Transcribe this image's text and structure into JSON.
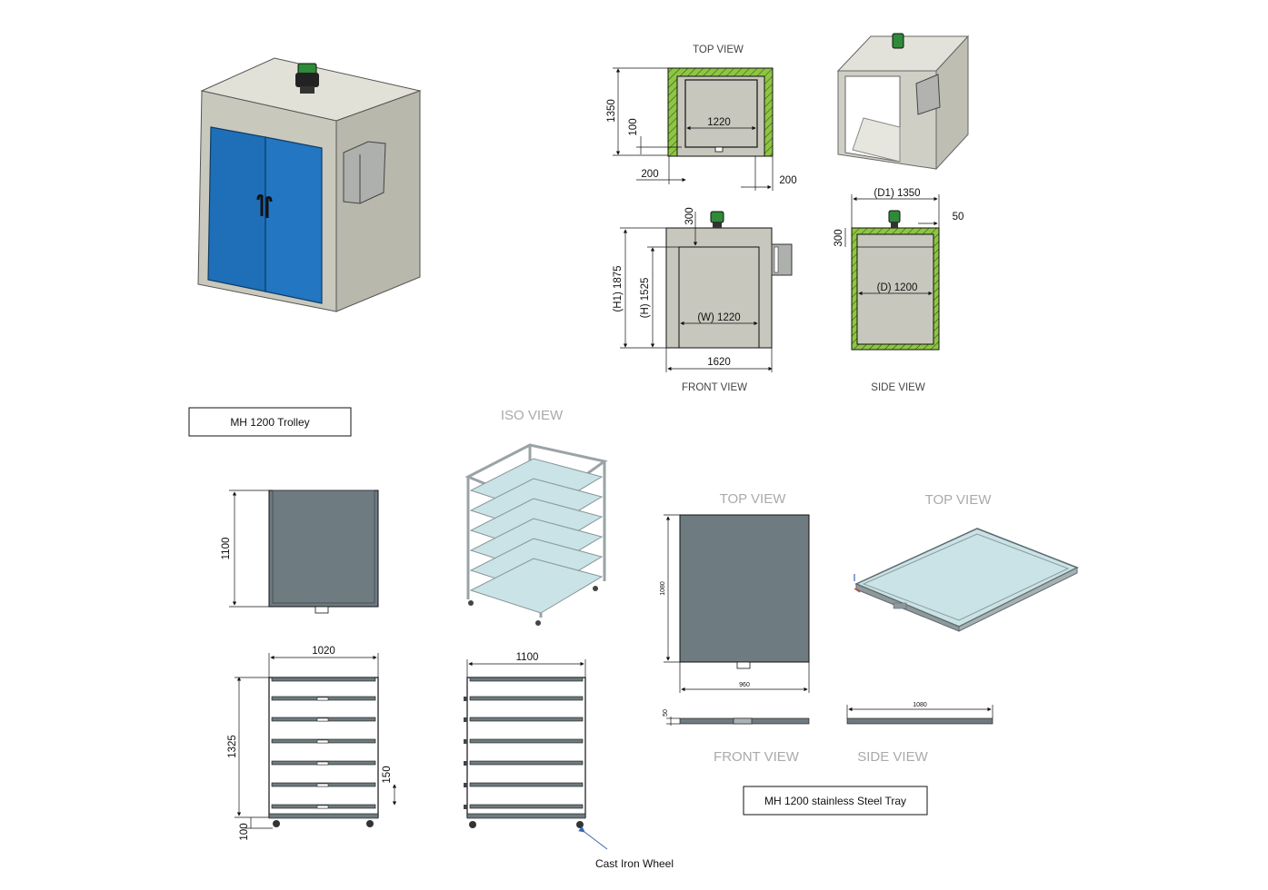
{
  "oven": {
    "top_view": {
      "title": "TOP VIEW",
      "dims": {
        "depth": "1350",
        "width": "1220",
        "offset": "100",
        "wall_left": "200",
        "wall_right": "200"
      }
    },
    "front_view": {
      "title": "FRONT VIEW",
      "dims": {
        "top": "300",
        "h1": "(H1)  1875",
        "h": "(H)  1525",
        "w": "(W)  1220",
        "overall_w": "1620"
      }
    },
    "side_view": {
      "title": "SIDE VIEW",
      "dims": {
        "d1": "(D1)  1350",
        "gap": "50",
        "top": "300",
        "d": "(D)  1200"
      }
    },
    "colors": {
      "wall_insulation": "#8dc63f",
      "body": "#c8c7bd",
      "door": "#1f6fb8",
      "motor": "#2f8a3a"
    }
  },
  "trolley": {
    "caption": "MH 1200 Trolley",
    "iso_title": "ISO VIEW",
    "dims": {
      "height_side": "1100",
      "width_front": "1020",
      "height_front": "1325",
      "pitch": "150",
      "ground": "100",
      "width_side": "1100"
    },
    "wheel_label": "Cast Iron Wheel"
  },
  "tray": {
    "caption": "MH 1200 stainless Steel Tray",
    "top_view_title": "TOP VIEW",
    "iso_title": "TOP VIEW",
    "front_view_title": "FRONT VIEW",
    "side_view_title": "SIDE VIEW",
    "dims": {
      "length": "1080",
      "width": "960",
      "height": "50",
      "side_length": "1080"
    },
    "colors": {
      "plate": "#6e7b80",
      "glass": "#c9e3e6"
    }
  }
}
